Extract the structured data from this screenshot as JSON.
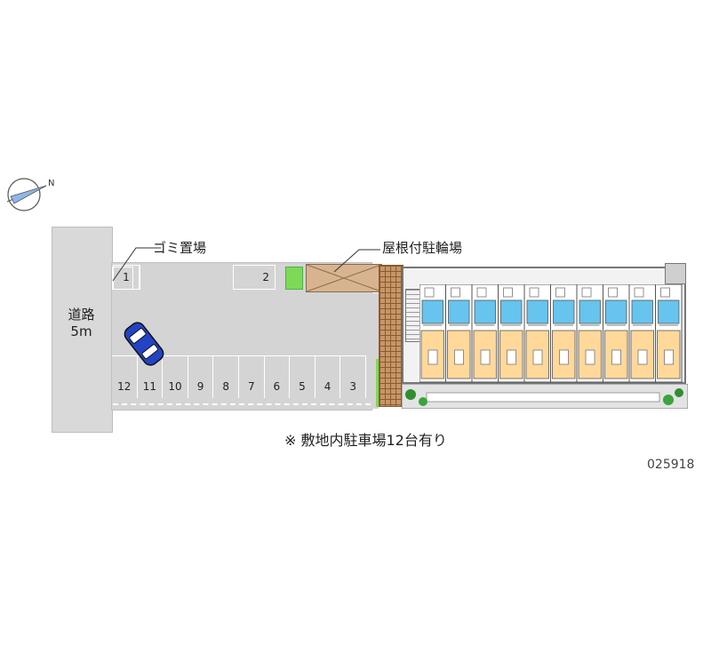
{
  "road": {
    "label_1": "道路",
    "label_2": "5m"
  },
  "labels": {
    "garbage": "ゴミ置場",
    "bike_shelter": "屋根付駐輪場"
  },
  "parking": {
    "top_slots": [
      "1",
      "2"
    ],
    "bottom_slots": [
      "12",
      "11",
      "10",
      "9",
      "8",
      "7",
      "6",
      "5",
      "4",
      "3"
    ]
  },
  "note": "※ 敷地内駐車場12台有り",
  "property_code": "025918",
  "compass": {
    "letter": "N"
  },
  "colors": {
    "road": "#d9d9d9",
    "lot": "#d4d4d4",
    "bike_shelter": "#d7b48f",
    "brick": "#c89666",
    "room_kitchen": "#66c4ee",
    "room_living": "#ffd89a",
    "car": "#2343c6",
    "planting": "#7ed957"
  }
}
